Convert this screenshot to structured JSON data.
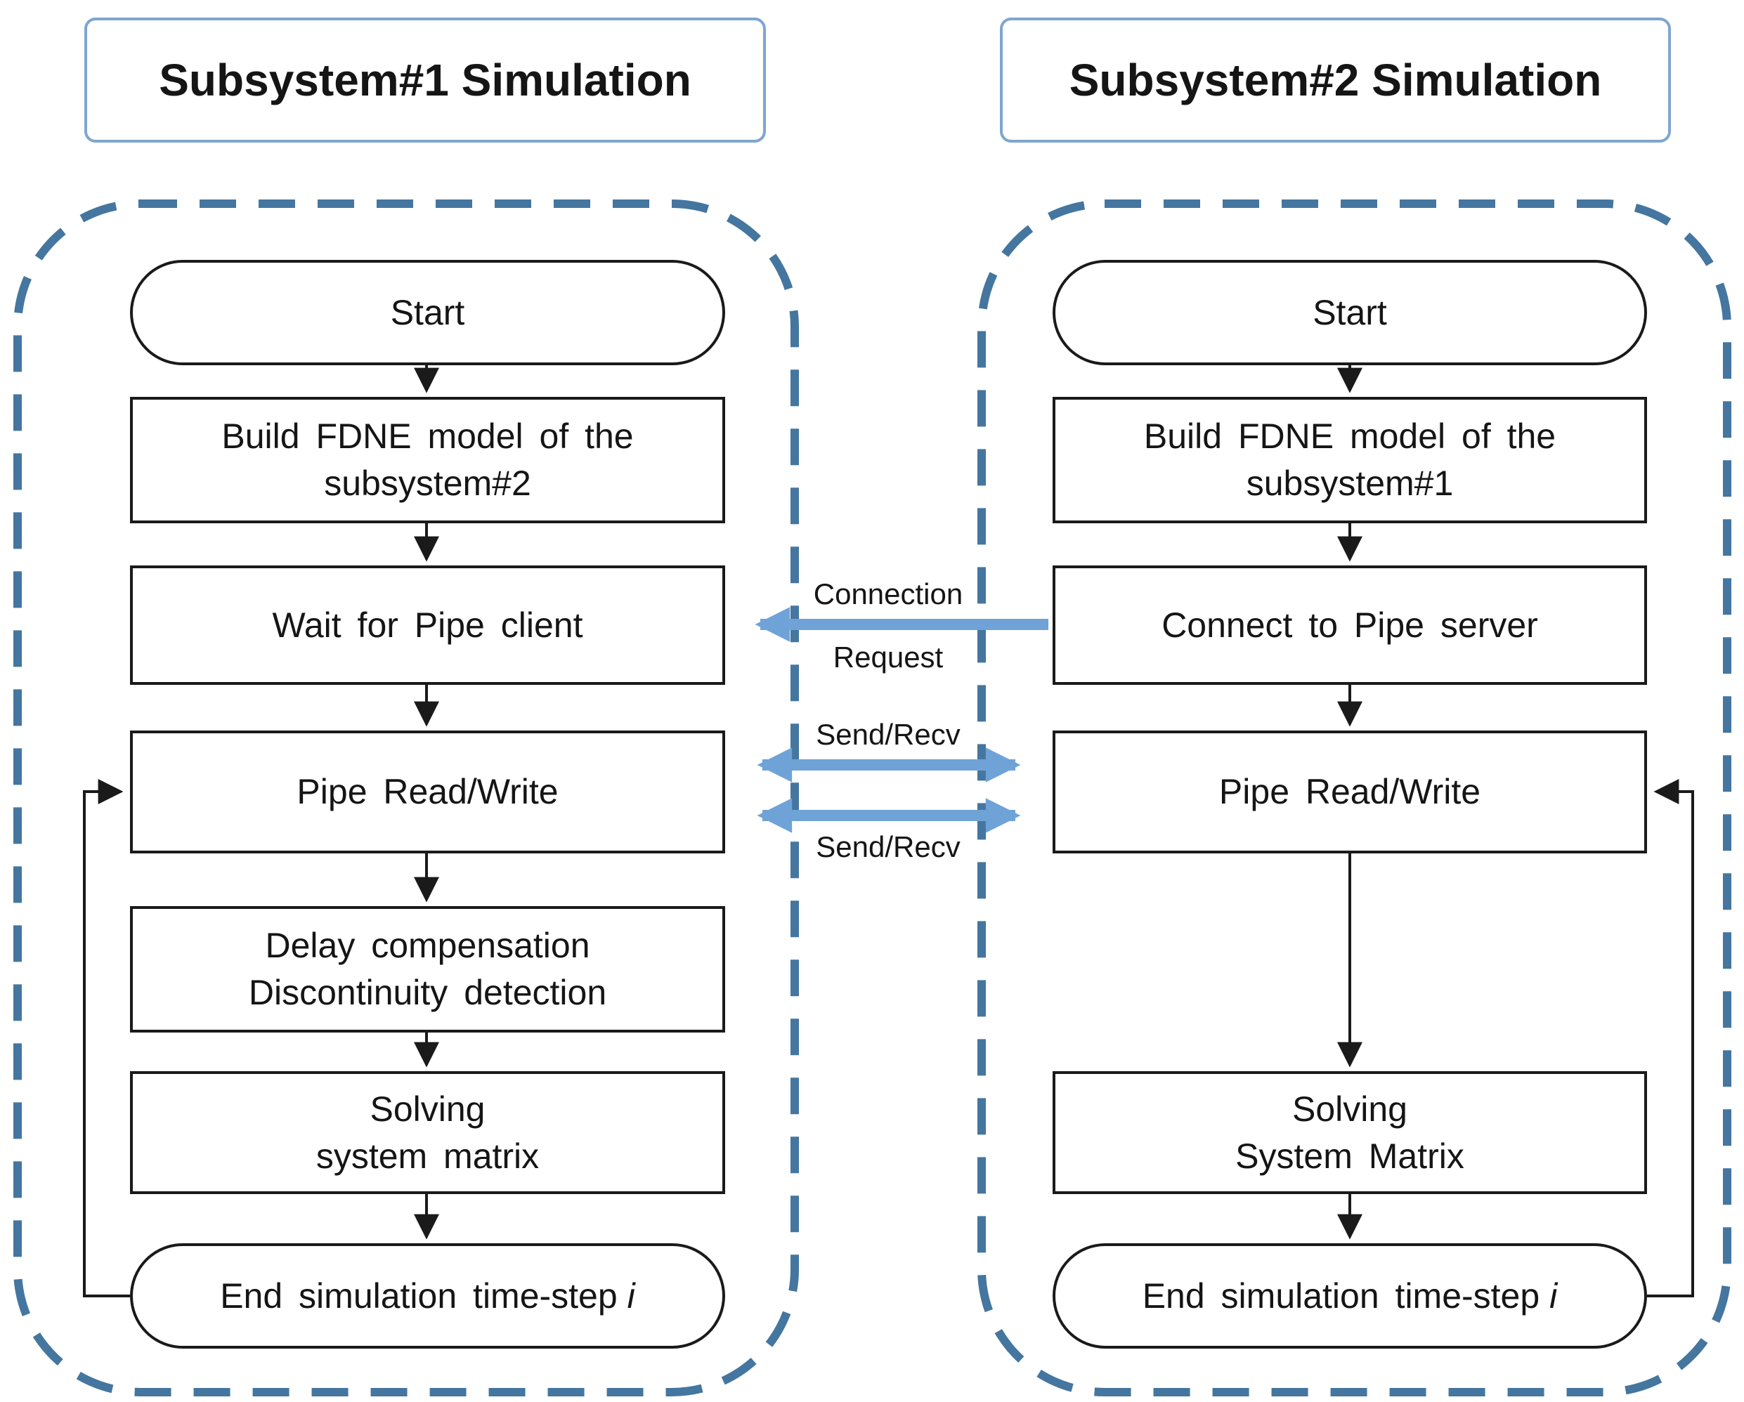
{
  "colors": {
    "arrow_blue": "#6FA3D8",
    "panel_dash_border": "#44769F",
    "title_border": "#7EA6CF",
    "node_border": "#1a1a1a",
    "text": "#111111"
  },
  "subsystem1": {
    "title": "Subsystem#1 Simulation",
    "nodes": {
      "start": {
        "label": "Start"
      },
      "build": {
        "line1": "Build FDNE model of the",
        "line2": "subsystem#2"
      },
      "wait": {
        "label": "Wait for Pipe client"
      },
      "pipe": {
        "label": "Pipe Read/Write"
      },
      "delay": {
        "line1": "Delay compensation",
        "line2": "Discontinuity detection"
      },
      "solve": {
        "line1": "Solving",
        "line2": "system matrix"
      },
      "end": {
        "label": "End simulation time-step",
        "iterator": "i"
      }
    }
  },
  "subsystem2": {
    "title": "Subsystem#2 Simulation",
    "nodes": {
      "start": {
        "label": "Start"
      },
      "build": {
        "line1": "Build FDNE model of the",
        "line2": "subsystem#1"
      },
      "connect": {
        "label": "Connect to Pipe server"
      },
      "pipe": {
        "label": "Pipe Read/Write"
      },
      "solve": {
        "line1": "Solving",
        "line2": "System Matrix"
      },
      "end": {
        "label": "End simulation time-step",
        "iterator": "i"
      }
    }
  },
  "links": {
    "connection_request": {
      "line1": "Connection",
      "line2": "Request"
    },
    "send_recv_top": "Send/Recv",
    "send_recv_bottom": "Send/Recv"
  }
}
